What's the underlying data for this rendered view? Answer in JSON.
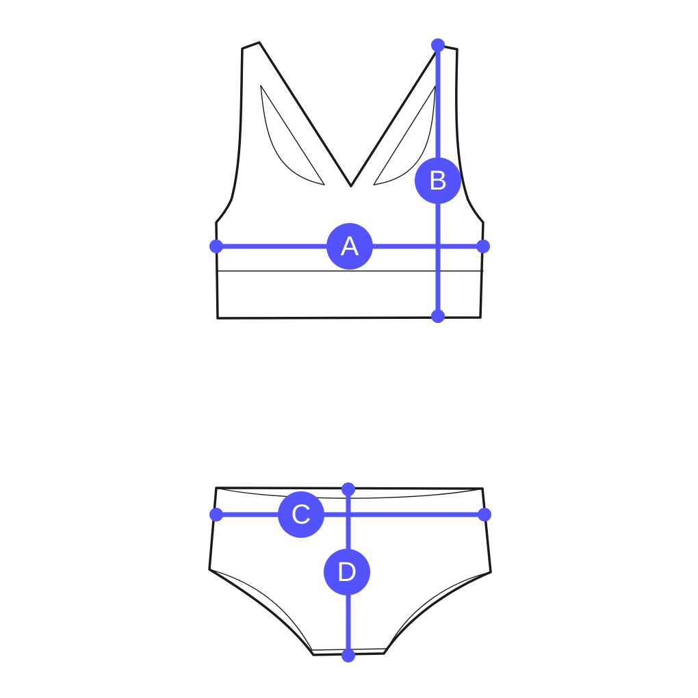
{
  "diagram": {
    "accent_color": "#5353ff",
    "outline_color": "#1a1a1a",
    "garments": [
      {
        "name": "top"
      },
      {
        "name": "bottom"
      }
    ],
    "measurements": {
      "a": {
        "label": "A"
      },
      "b": {
        "label": "B"
      },
      "c": {
        "label": "C"
      },
      "d": {
        "label": "D"
      }
    }
  }
}
